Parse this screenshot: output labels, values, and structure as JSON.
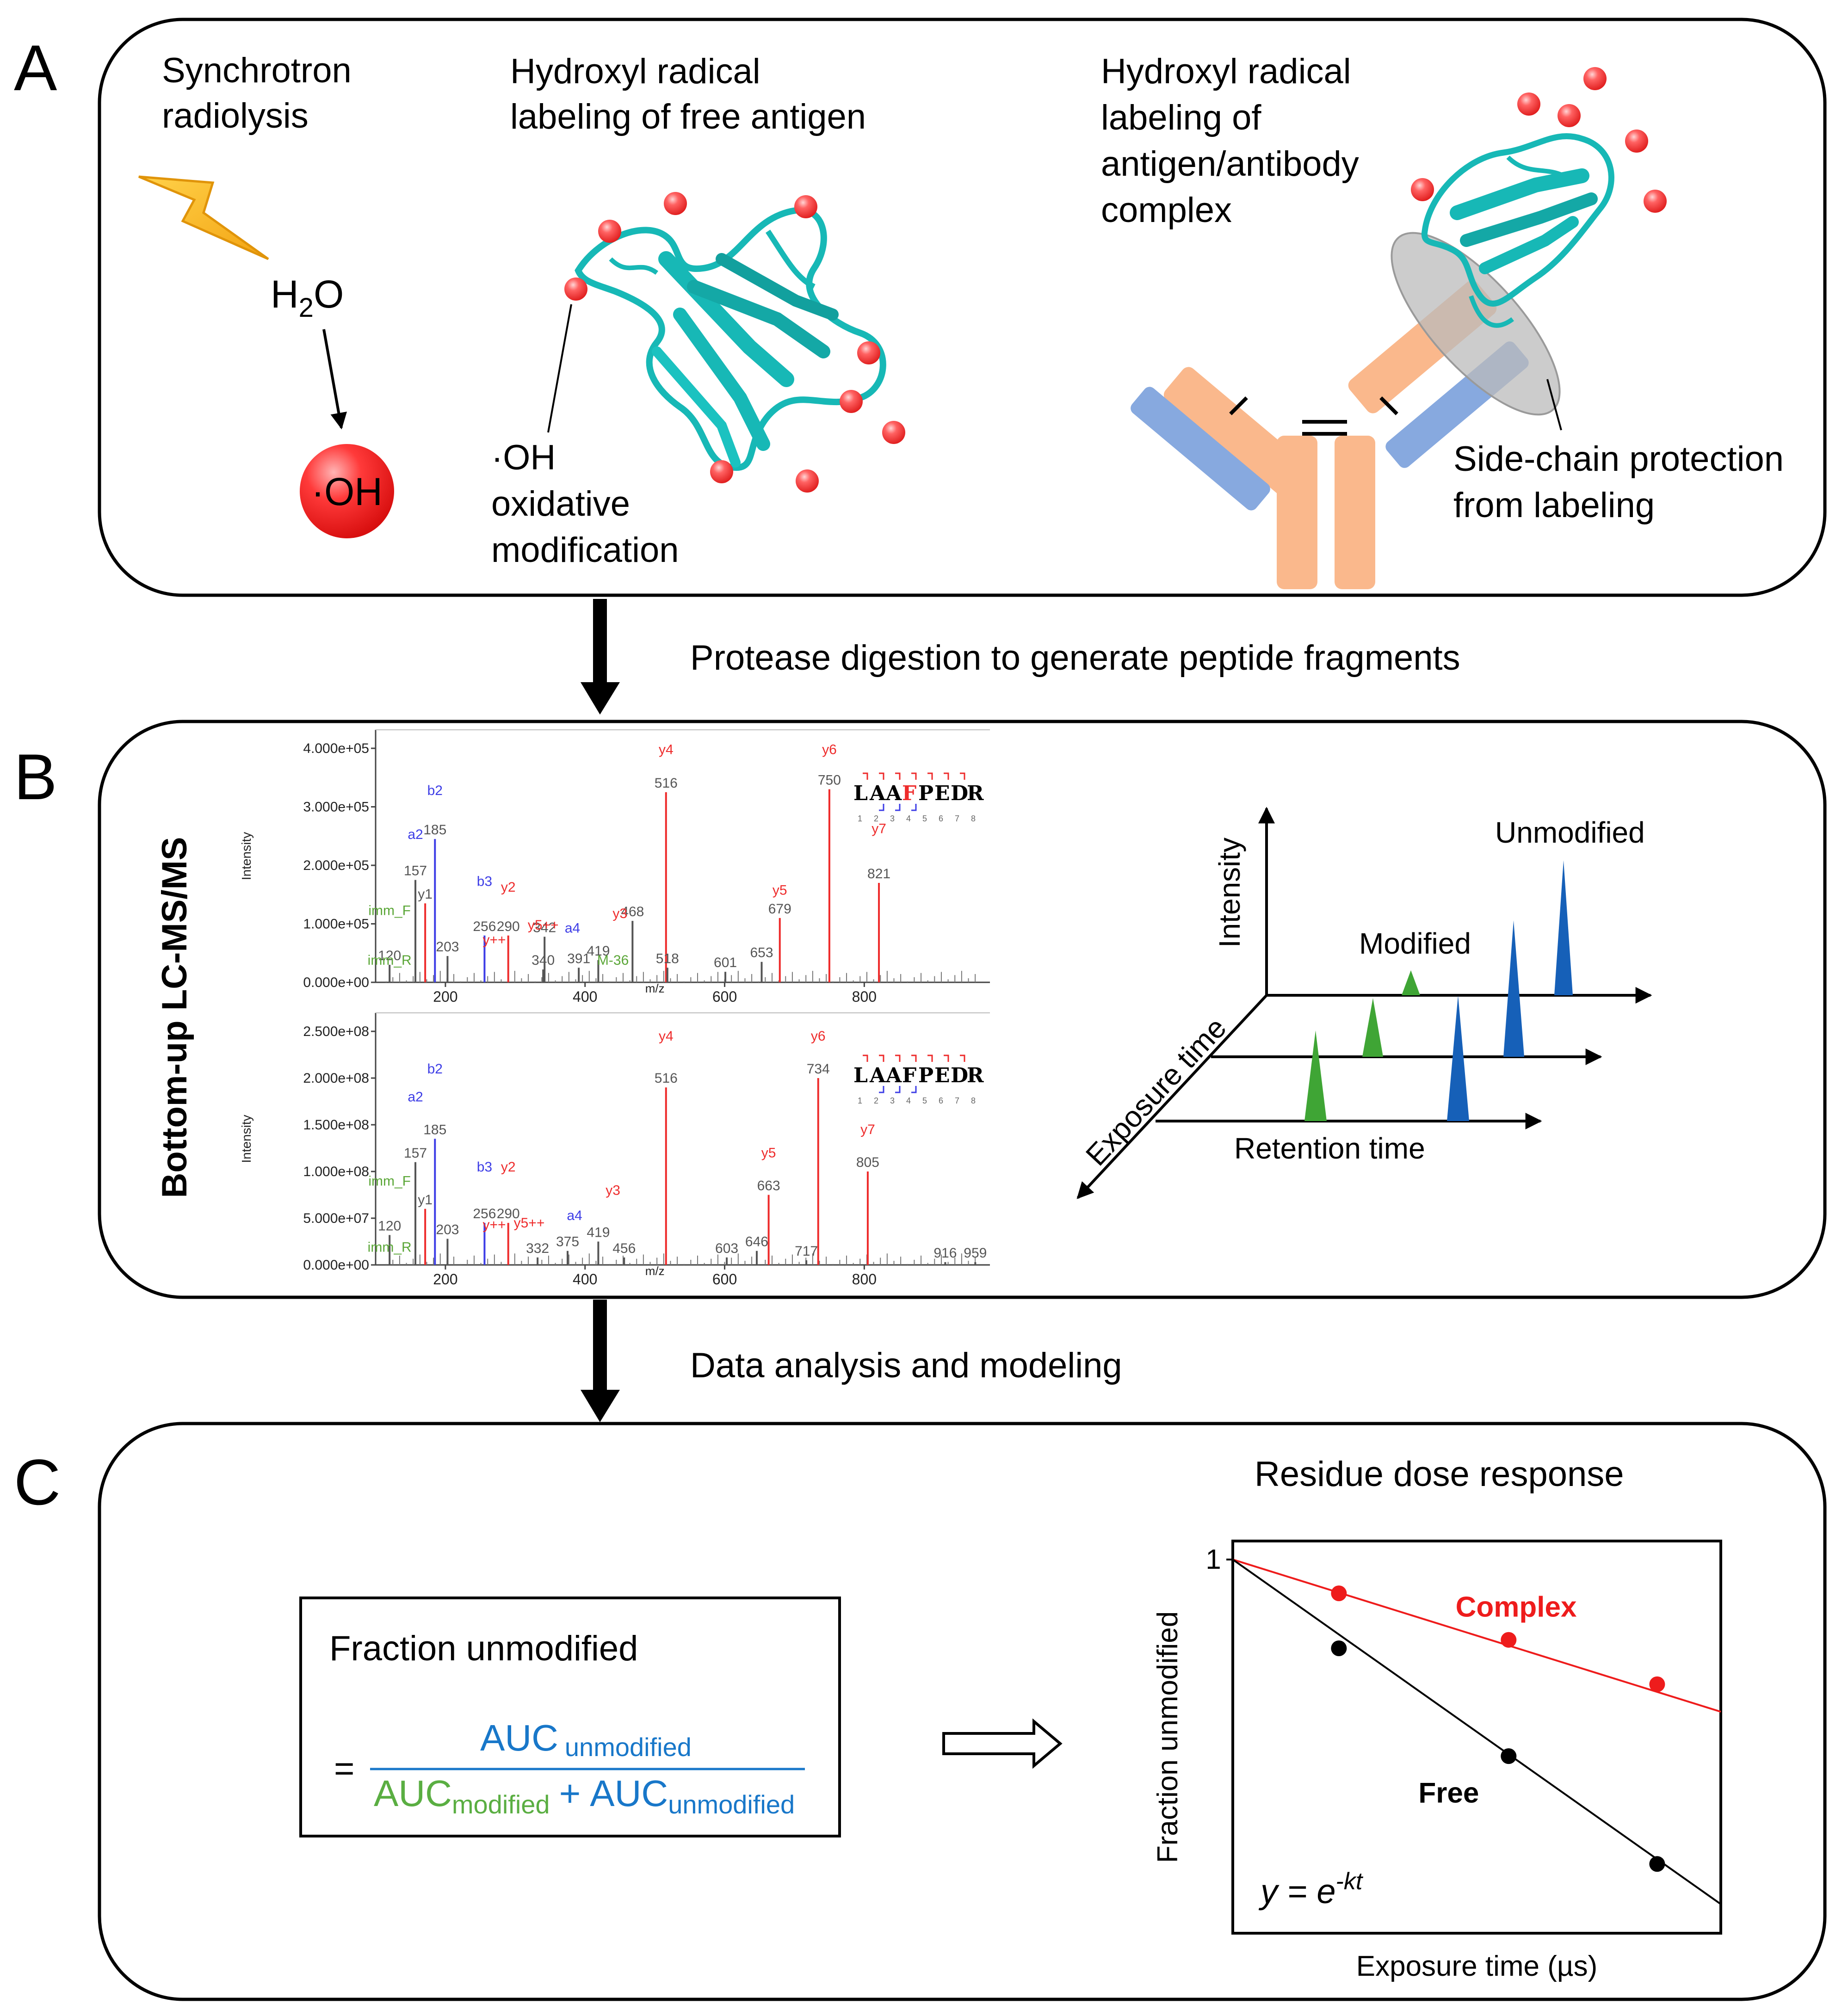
{
  "panels": {
    "a": {
      "letter": "A",
      "radiolysis_title": [
        "Synchrotron",
        "radiolysis"
      ],
      "water": {
        "main": "H",
        "sub": "2",
        "tail": "O"
      },
      "radical": "·OH",
      "free_title": [
        "Hydroxyl radical",
        "labeling of free antigen"
      ],
      "oxidative_note": [
        "·OH",
        "oxidative",
        "modification"
      ],
      "complex_title": [
        "Hydroxyl radical",
        "labeling of",
        "antigen/antibody",
        "complex"
      ],
      "protection_note": [
        "Side-chain protection",
        "from labeling"
      ]
    },
    "step1": "Protease digestion to generate peptide fragments",
    "b": {
      "letter": "B",
      "vertical_label": "Bottom-up LC-MS/MS",
      "sequence": [
        "L",
        "A",
        "A",
        "F",
        "P",
        "E",
        "D",
        "R"
      ],
      "seq_numbers": [
        "1",
        "2",
        "3",
        "4",
        "5",
        "6",
        "7",
        "8"
      ],
      "retention": {
        "y_axis": "Intensity",
        "depth_axis": "Exposure time",
        "x_axis": "Retention time",
        "modified_label": "Modified",
        "unmodified_label": "Unmodified"
      }
    },
    "step2": "Data analysis and modeling",
    "c": {
      "letter": "C",
      "box_title": "Fraction unmodified",
      "equals": "=",
      "auc": "AUC",
      "sub_unmodified": "unmodified",
      "sub_modified": "modified",
      "plus": "+",
      "plot_title": "Residue dose response",
      "formula": {
        "lhs": "y = e",
        "sup": "-kt"
      }
    }
  },
  "colors": {
    "teal": "#17b8b6",
    "sphere": "#f44848",
    "heavy_chain": "#fab88c",
    "light_chain": "#87a9df",
    "spec_red": "#ee2b2b",
    "spec_blue": "#3d3de6",
    "spec_green": "#5aa637",
    "peak_green": "#3fa535",
    "peak_blue": "#1660b8",
    "auc_blue": "#1877c9",
    "auc_green": "#5aae42",
    "complex": "#ee1c1c"
  },
  "spectra": [
    {
      "name": "spectrum-top",
      "ymax": 400000,
      "y_ticks": [
        {
          "v": 0,
          "label": "0.000e+00"
        },
        {
          "v": 100000,
          "label": "1.000e+05"
        },
        {
          "v": 200000,
          "label": "2.000e+05"
        },
        {
          "v": 300000,
          "label": "3.000e+05"
        },
        {
          "v": 400000,
          "label": "4.000e+05"
        }
      ],
      "ylabel": "Intensity",
      "xlabel": "m/z",
      "x_ticks": [
        "200",
        "400",
        "600",
        "800"
      ],
      "peaks": [
        {
          "mz": 120,
          "int": 30000,
          "c": "k",
          "lbl": "120"
        },
        {
          "mz": 157,
          "int": 175000,
          "c": "k",
          "lbl": "157"
        },
        {
          "mz": 171,
          "int": 135000,
          "c": "r",
          "lbl": "y1"
        },
        {
          "mz": 185,
          "int": 245000,
          "c": "b",
          "lbl": "185"
        },
        {
          "mz": 203,
          "int": 45000,
          "c": "k",
          "lbl": "203"
        },
        {
          "mz": 256,
          "int": 80000,
          "c": "b",
          "lbl": "256"
        },
        {
          "mz": 290,
          "int": 80000,
          "c": "r",
          "lbl": "290"
        },
        {
          "mz": 342,
          "int": 78000,
          "c": "k",
          "lbl": "342"
        },
        {
          "mz": 340,
          "int": 22000,
          "c": "k",
          "lbl": "340"
        },
        {
          "mz": 391,
          "int": 25000,
          "c": "k",
          "lbl": "391"
        },
        {
          "mz": 419,
          "int": 38000,
          "c": "k",
          "lbl": "419"
        },
        {
          "mz": 468,
          "int": 105000,
          "c": "k",
          "lbl": "468"
        },
        {
          "mz": 516,
          "int": 325000,
          "c": "r",
          "lbl": "516"
        },
        {
          "mz": 518,
          "int": 25000,
          "c": "k",
          "lbl": "518"
        },
        {
          "mz": 601,
          "int": 18000,
          "c": "k",
          "lbl": "601"
        },
        {
          "mz": 653,
          "int": 35000,
          "c": "k",
          "lbl": "653"
        },
        {
          "mz": 679,
          "int": 110000,
          "c": "r",
          "lbl": "679"
        },
        {
          "mz": 750,
          "int": 330000,
          "c": "r",
          "lbl": "750"
        },
        {
          "mz": 821,
          "int": 170000,
          "c": "r",
          "lbl": "821"
        }
      ],
      "ions": [
        {
          "t": "a2",
          "mz": 157,
          "int": 245000,
          "c": "b"
        },
        {
          "t": "b2",
          "mz": 185,
          "int": 320000,
          "c": "b"
        },
        {
          "t": "b3",
          "mz": 256,
          "int": 165000,
          "c": "b"
        },
        {
          "t": "y2",
          "mz": 290,
          "int": 155000,
          "c": "r"
        },
        {
          "t": "y++",
          "mz": 270,
          "int": 65000,
          "c": "r"
        },
        {
          "t": "y5++",
          "mz": 340,
          "int": 90000,
          "c": "r"
        },
        {
          "t": "a4",
          "mz": 382,
          "int": 85000,
          "c": "b"
        },
        {
          "t": "y3",
          "mz": 450,
          "int": 110000,
          "c": "r"
        },
        {
          "t": "y4",
          "mz": 516,
          "int": 390000,
          "c": "r"
        },
        {
          "t": "y5",
          "mz": 679,
          "int": 150000,
          "c": "r"
        },
        {
          "t": "y6",
          "mz": 750,
          "int": 390000,
          "c": "r"
        },
        {
          "t": "y7",
          "mz": 821,
          "int": 255000,
          "c": "r"
        },
        {
          "t": "imm_F",
          "mz": 120,
          "int": 115000,
          "c": "g"
        },
        {
          "t": "imm_R",
          "mz": 120,
          "int": 30000,
          "c": "g"
        },
        {
          "t": "M-36",
          "mz": 440,
          "int": 30000,
          "c": "g"
        }
      ]
    },
    {
      "name": "spectrum-bottom",
      "ymax": 250000000,
      "y_ticks": [
        {
          "v": 0,
          "label": "0.000e+00"
        },
        {
          "v": 50000000,
          "label": "5.000e+07"
        },
        {
          "v": 100000000,
          "label": "1.000e+08"
        },
        {
          "v": 150000000,
          "label": "1.500e+08"
        },
        {
          "v": 200000000,
          "label": "2.000e+08"
        },
        {
          "v": 250000000,
          "label": "2.500e+08"
        }
      ],
      "ylabel": "Intensity",
      "xlabel": "m/z",
      "x_ticks": [
        "200",
        "400",
        "600",
        "800"
      ],
      "peaks": [
        {
          "mz": 120,
          "int": 32000000,
          "c": "k",
          "lbl": "120"
        },
        {
          "mz": 157,
          "int": 110000000,
          "c": "k",
          "lbl": "157"
        },
        {
          "mz": 171,
          "int": 60000000,
          "c": "r",
          "lbl": "y1"
        },
        {
          "mz": 185,
          "int": 135000000,
          "c": "b",
          "lbl": "185"
        },
        {
          "mz": 203,
          "int": 28000000,
          "c": "k",
          "lbl": "203"
        },
        {
          "mz": 256,
          "int": 45000000,
          "c": "b",
          "lbl": "256"
        },
        {
          "mz": 290,
          "int": 45000000,
          "c": "r",
          "lbl": "290"
        },
        {
          "mz": 332,
          "int": 8000000,
          "c": "k",
          "lbl": "332"
        },
        {
          "mz": 375,
          "int": 15000000,
          "c": "k",
          "lbl": "375"
        },
        {
          "mz": 419,
          "int": 25000000,
          "c": "k",
          "lbl": "419"
        },
        {
          "mz": 456,
          "int": 8000000,
          "c": "k",
          "lbl": "456"
        },
        {
          "mz": 516,
          "int": 190000000,
          "c": "r",
          "lbl": "516"
        },
        {
          "mz": 603,
          "int": 8000000,
          "c": "k",
          "lbl": "603"
        },
        {
          "mz": 646,
          "int": 15000000,
          "c": "k",
          "lbl": "646"
        },
        {
          "mz": 663,
          "int": 75000000,
          "c": "r",
          "lbl": "663"
        },
        {
          "mz": 717,
          "int": 5000000,
          "c": "k",
          "lbl": "717"
        },
        {
          "mz": 734,
          "int": 200000000,
          "c": "r",
          "lbl": "734"
        },
        {
          "mz": 805,
          "int": 100000000,
          "c": "r",
          "lbl": "805"
        },
        {
          "mz": 916,
          "int": 3000000,
          "c": "k",
          "lbl": "916"
        },
        {
          "mz": 959,
          "int": 3000000,
          "c": "k",
          "lbl": "959"
        }
      ],
      "ions": [
        {
          "t": "a2",
          "mz": 157,
          "int": 175000000,
          "c": "b"
        },
        {
          "t": "b2",
          "mz": 185,
          "int": 205000000,
          "c": "b"
        },
        {
          "t": "b3",
          "mz": 256,
          "int": 100000000,
          "c": "b"
        },
        {
          "t": "y2",
          "mz": 290,
          "int": 100000000,
          "c": "r"
        },
        {
          "t": "y++",
          "mz": 270,
          "int": 38000000,
          "c": "r"
        },
        {
          "t": "y5++",
          "mz": 320,
          "int": 40000000,
          "c": "r"
        },
        {
          "t": "a4",
          "mz": 385,
          "int": 48000000,
          "c": "b"
        },
        {
          "t": "y3",
          "mz": 440,
          "int": 75000000,
          "c": "r"
        },
        {
          "t": "y4",
          "mz": 516,
          "int": 240000000,
          "c": "r"
        },
        {
          "t": "y5",
          "mz": 663,
          "int": 115000000,
          "c": "r"
        },
        {
          "t": "y6",
          "mz": 734,
          "int": 240000000,
          "c": "r"
        },
        {
          "t": "y7",
          "mz": 805,
          "int": 140000000,
          "c": "r"
        },
        {
          "t": "imm_F",
          "mz": 120,
          "int": 85000000,
          "c": "g"
        },
        {
          "t": "imm_R",
          "mz": 120,
          "int": 14000000,
          "c": "g"
        }
      ]
    }
  ],
  "chart_data": {
    "type": "scatter",
    "title": "Residue dose response",
    "xlabel": "Exposure time (µs)",
    "ylabel": "Fraction unmodified",
    "y_tick_labels": [
      "1"
    ],
    "series": [
      {
        "name": "Complex",
        "points": [
          [
            0,
            1.0
          ],
          [
            1,
            0.92
          ],
          [
            2.6,
            0.81
          ],
          [
            4,
            0.705
          ]
        ]
      },
      {
        "name": "Free",
        "points": [
          [
            0,
            1.0
          ],
          [
            1,
            0.79
          ],
          [
            2.6,
            0.535
          ],
          [
            4,
            0.28
          ]
        ]
      }
    ],
    "fit": {
      "Complex": [
        [
          0,
          1.0
        ],
        [
          4.6,
          0.64
        ]
      ],
      "Free": [
        [
          0,
          1.0
        ],
        [
          4.6,
          0.185
        ]
      ]
    },
    "annotation": "y = e^-kt"
  }
}
